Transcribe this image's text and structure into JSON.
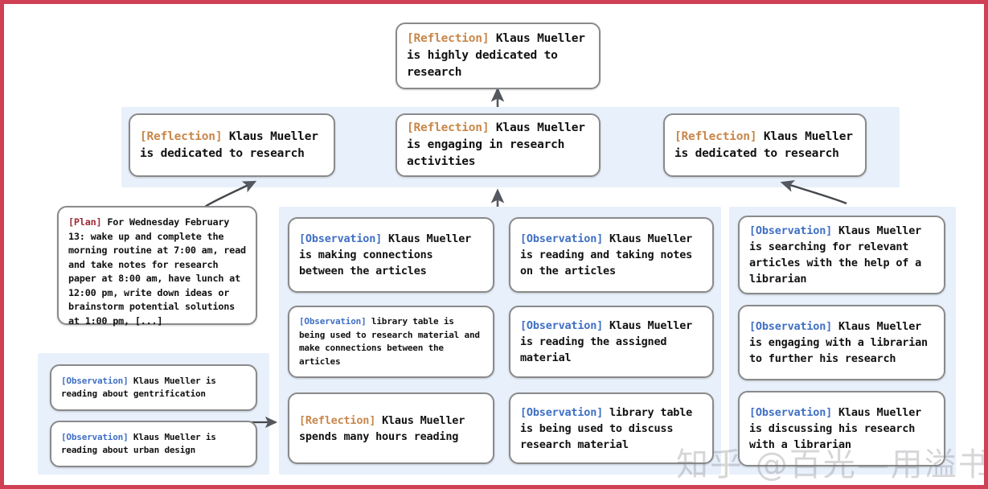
{
  "figure": {
    "border_color": "#cf4055",
    "band_color": "#e8f0fb",
    "card_border_color": "#8a8a8a"
  },
  "tags": {
    "reflection": "[Reflection]",
    "observation": "[Observation]",
    "plan": "[Plan]",
    "reflection_color": "#c8874a",
    "observation_color": "#3f6fc4",
    "plan_color": "#9e2b35"
  },
  "root": {
    "tag": "[Reflection]",
    "text": " Klaus Mueller is highly dedicated to research"
  },
  "level2": [
    {
      "tag": "[Reflection]",
      "text": " Klaus Mueller is dedicated to research"
    },
    {
      "tag": "[Reflection]",
      "text": " Klaus Mueller is engaging in research activities"
    },
    {
      "tag": "[Reflection]",
      "text": " Klaus Mueller is dedicated to research"
    }
  ],
  "plan_node": {
    "tag": "[Plan]",
    "text": " For Wednesday February 13: wake up and complete the morning routine at 7:00 am, read and take notes for research paper at 8:00 am, have lunch at 12:00 pm, write down ideas or brainstorm potential solutions at 1:00 pm, [...]"
  },
  "column_left": [
    {
      "tag": "[Observation]",
      "text": " Klaus Mueller is reading about gentrification"
    },
    {
      "tag": "[Observation]",
      "text": " Klaus Mueller is reading about urban design"
    }
  ],
  "column_one": [
    {
      "tag": "[Observation]",
      "text": " Klaus Mueller is making connections between the articles"
    },
    {
      "tag": "[Observation]",
      "text": " library table is being used to research material and make connections between the articles"
    },
    {
      "tag": "[Reflection]",
      "text": " Klaus Mueller spends many hours reading"
    }
  ],
  "column_two": [
    {
      "tag": "[Observation]",
      "text": " Klaus Mueller is reading and taking notes on the articles"
    },
    {
      "tag": "[Observation]",
      "text": " Klaus Mueller is reading the assigned material"
    },
    {
      "tag": "[Observation]",
      "text": " library table is being used to discuss research material"
    }
  ],
  "column_three": [
    {
      "tag": "[Observation]",
      "text": " Klaus Mueller is searching for relevant articles with the help of a librarian"
    },
    {
      "tag": "[Observation]",
      "text": " Klaus Mueller is engaging with a librarian to further his research"
    },
    {
      "tag": "[Observation]",
      "text": " Klaus Mueller is discussing his research with a librarian"
    }
  ],
  "watermark": {
    "text": "知乎 @百光—用溢书生"
  }
}
